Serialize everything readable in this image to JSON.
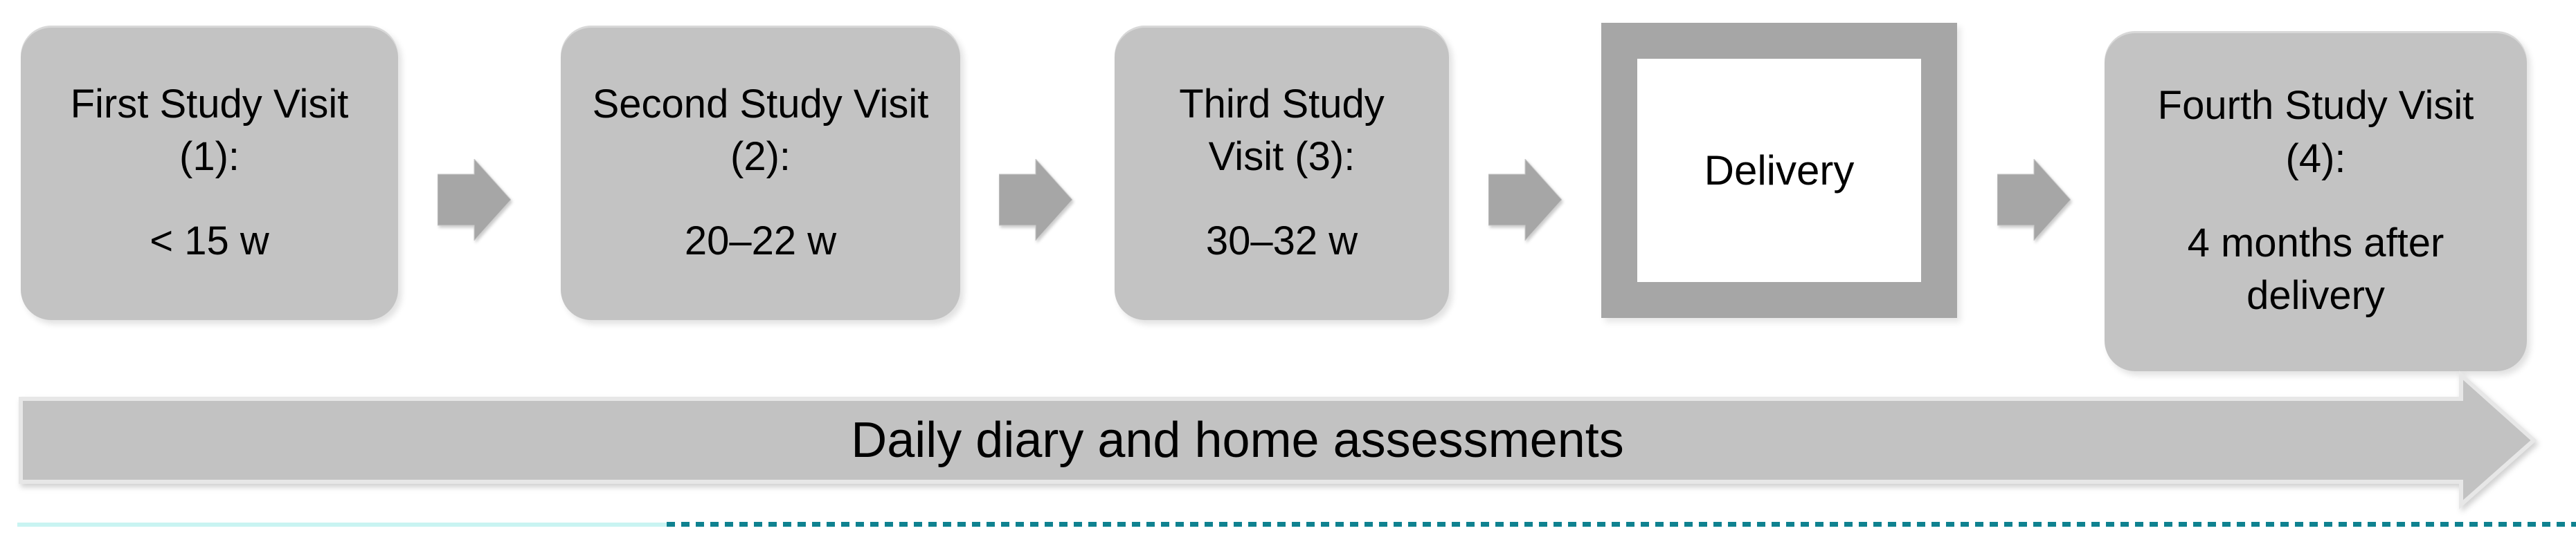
{
  "figure": {
    "steps": [
      {
        "title": "First Study Visit (1):",
        "period": "< 15 w"
      },
      {
        "title": "Second Study Visit (2):",
        "period": "20–22 w"
      },
      {
        "title": "Third Study Visit (3):",
        "period": "30–32 w"
      },
      {
        "title": "Delivery",
        "period": ""
      },
      {
        "title": "Fourth Study Visit (4):",
        "period": "4 months after delivery"
      }
    ],
    "timeline_label": "Daily diary and home assessments",
    "colors": {
      "box_fill": "#c3c3c3",
      "arrow_fill": "#a6a6a6",
      "timeline_fill": "#c2c2c2",
      "timeline_stroke": "#e7e7e7",
      "delivery_border": "#a6a6a6",
      "divider_solid": "#c9f4f2",
      "divider_dash": "#0f8290"
    }
  }
}
